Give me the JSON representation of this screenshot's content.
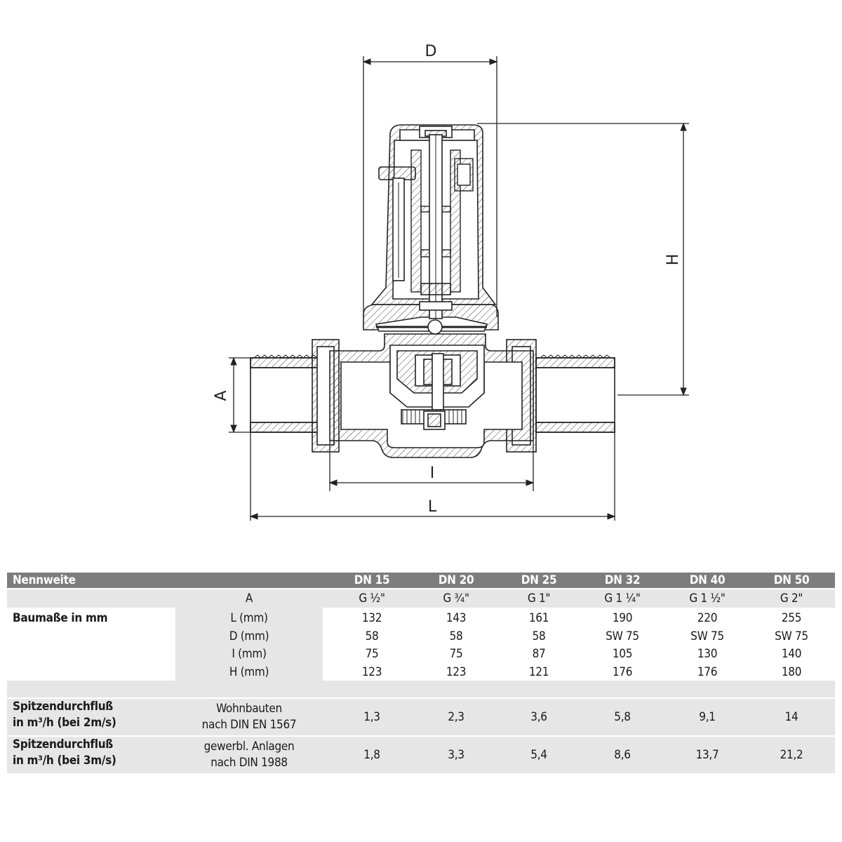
{
  "drawing": {
    "dimension_labels": {
      "D": "D",
      "H": "H",
      "A": "A",
      "I": "I",
      "L": "L"
    }
  },
  "table": {
    "header": {
      "label": "Nennweite",
      "sizes": [
        "DN 15",
        "DN 20",
        "DN 25",
        "DN 32",
        "DN 40",
        "DN 50"
      ]
    },
    "group_label": "Baumaße in mm",
    "rows": [
      {
        "param": "A",
        "values": [
          "G ½\"",
          "G ¾\"",
          "G 1\"",
          "G 1 ¼\"",
          "G 1 ½\"",
          "G 2\""
        ]
      },
      {
        "param": "L (mm)",
        "values": [
          "132",
          "143",
          "161",
          "190",
          "220",
          "255"
        ]
      },
      {
        "param": "D (mm)",
        "values": [
          "58",
          "58",
          "58",
          "SW 75",
          "SW 75",
          "SW 75"
        ]
      },
      {
        "param": "I (mm)",
        "values": [
          "75",
          "75",
          "87",
          "105",
          "130",
          "140"
        ]
      },
      {
        "param": "H (mm)",
        "values": [
          "123",
          "123",
          "121",
          "176",
          "176",
          "180"
        ]
      }
    ],
    "flow_rows": [
      {
        "label1": "Spitzendurchfluß",
        "label2": "in m³/h (bei 2m/s)",
        "cond1": "Wohnbauten",
        "cond2": "nach DIN EN 1567",
        "values": [
          "1,3",
          "2,3",
          "3,6",
          "5,8",
          "9,1",
          "14"
        ]
      },
      {
        "label1": "Spitzendurchfluß",
        "label2": "in m³/h (bei 3m/s)",
        "cond1": "gewerbl.  Anlagen",
        "cond2": "nach DIN 1988",
        "values": [
          "1,8",
          "3,3",
          "5,4",
          "8,6",
          "13,7",
          "21,2"
        ]
      }
    ]
  }
}
